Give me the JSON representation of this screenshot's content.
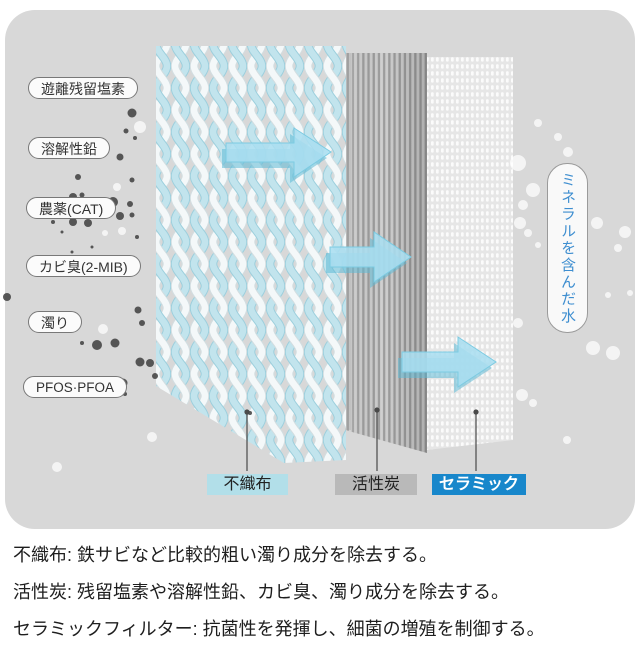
{
  "contaminants": [
    "遊離残留塩素",
    "溶解性鉛",
    "農薬(CAT)",
    "カビ臭(2-MIB)",
    "濁り",
    "PFOS·PFOA"
  ],
  "layers": [
    {
      "label": "不織布",
      "description": "不織布: 鉄サビなど比較的粗い濁り成分を除去する。",
      "tag_color": "#b2dfe9"
    },
    {
      "label": "活性炭",
      "description": "活性炭: 残留塩素や溶解性鉛、カビ臭、濁り成分を除去する。",
      "tag_color": "#b9b9b9"
    },
    {
      "label": "セラミック",
      "description": "セラミックフィルター: 抗菌性を発揮し、細菌の増殖を制御する。",
      "tag_color": "#1887cb"
    }
  ],
  "output_label": "ミネラルを含んだ水",
  "colors": {
    "panel_bg": "#d8d8d8",
    "accent_blue": "#1887cb",
    "arrow_fill": "#aadef0",
    "arrow_edge": "#5fb9d6",
    "mineral_text": "#3e8ed0",
    "nonwoven_strand_blue": "#c2e4ed",
    "nonwoven_strand_white": "#f4f8f9"
  }
}
